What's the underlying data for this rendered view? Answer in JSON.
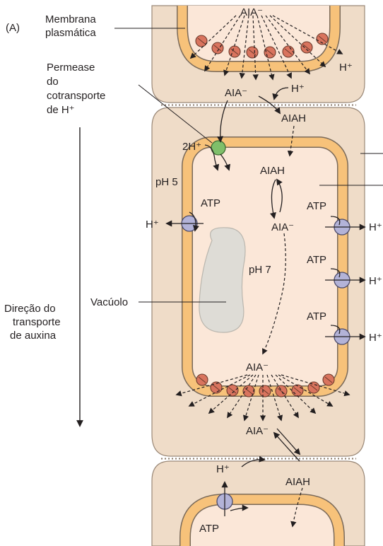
{
  "panel_label": "(A)",
  "labels": {
    "plasma_membrane": [
      "Membrana",
      "plasmática"
    ],
    "permease": [
      "Permease",
      "do",
      "cotransporte",
      "de H⁺"
    ],
    "vacuole": "Vacúolo",
    "direction": [
      "Direção do",
      "transporte",
      "de auxina"
    ],
    "ph_wall": "pH 5",
    "ph_cytosol": "pH 7"
  },
  "species": {
    "aia_anion": "AIA⁻",
    "aiah": "AIAH",
    "proton": "H⁺",
    "two_protons": "2H⁺",
    "atp": "ATP"
  },
  "colors": {
    "cell_wall": "#efdcc8",
    "cell_wall_edge": "#9a8877",
    "membrane": "#f7c27a",
    "membrane_edge": "#7a6a5a",
    "cytosol": "#fbe7d8",
    "vacuole": "#dedcd6",
    "carrier": "#d9745e",
    "atpase": "#b3b3d8",
    "permease": "#7fbf6a"
  }
}
